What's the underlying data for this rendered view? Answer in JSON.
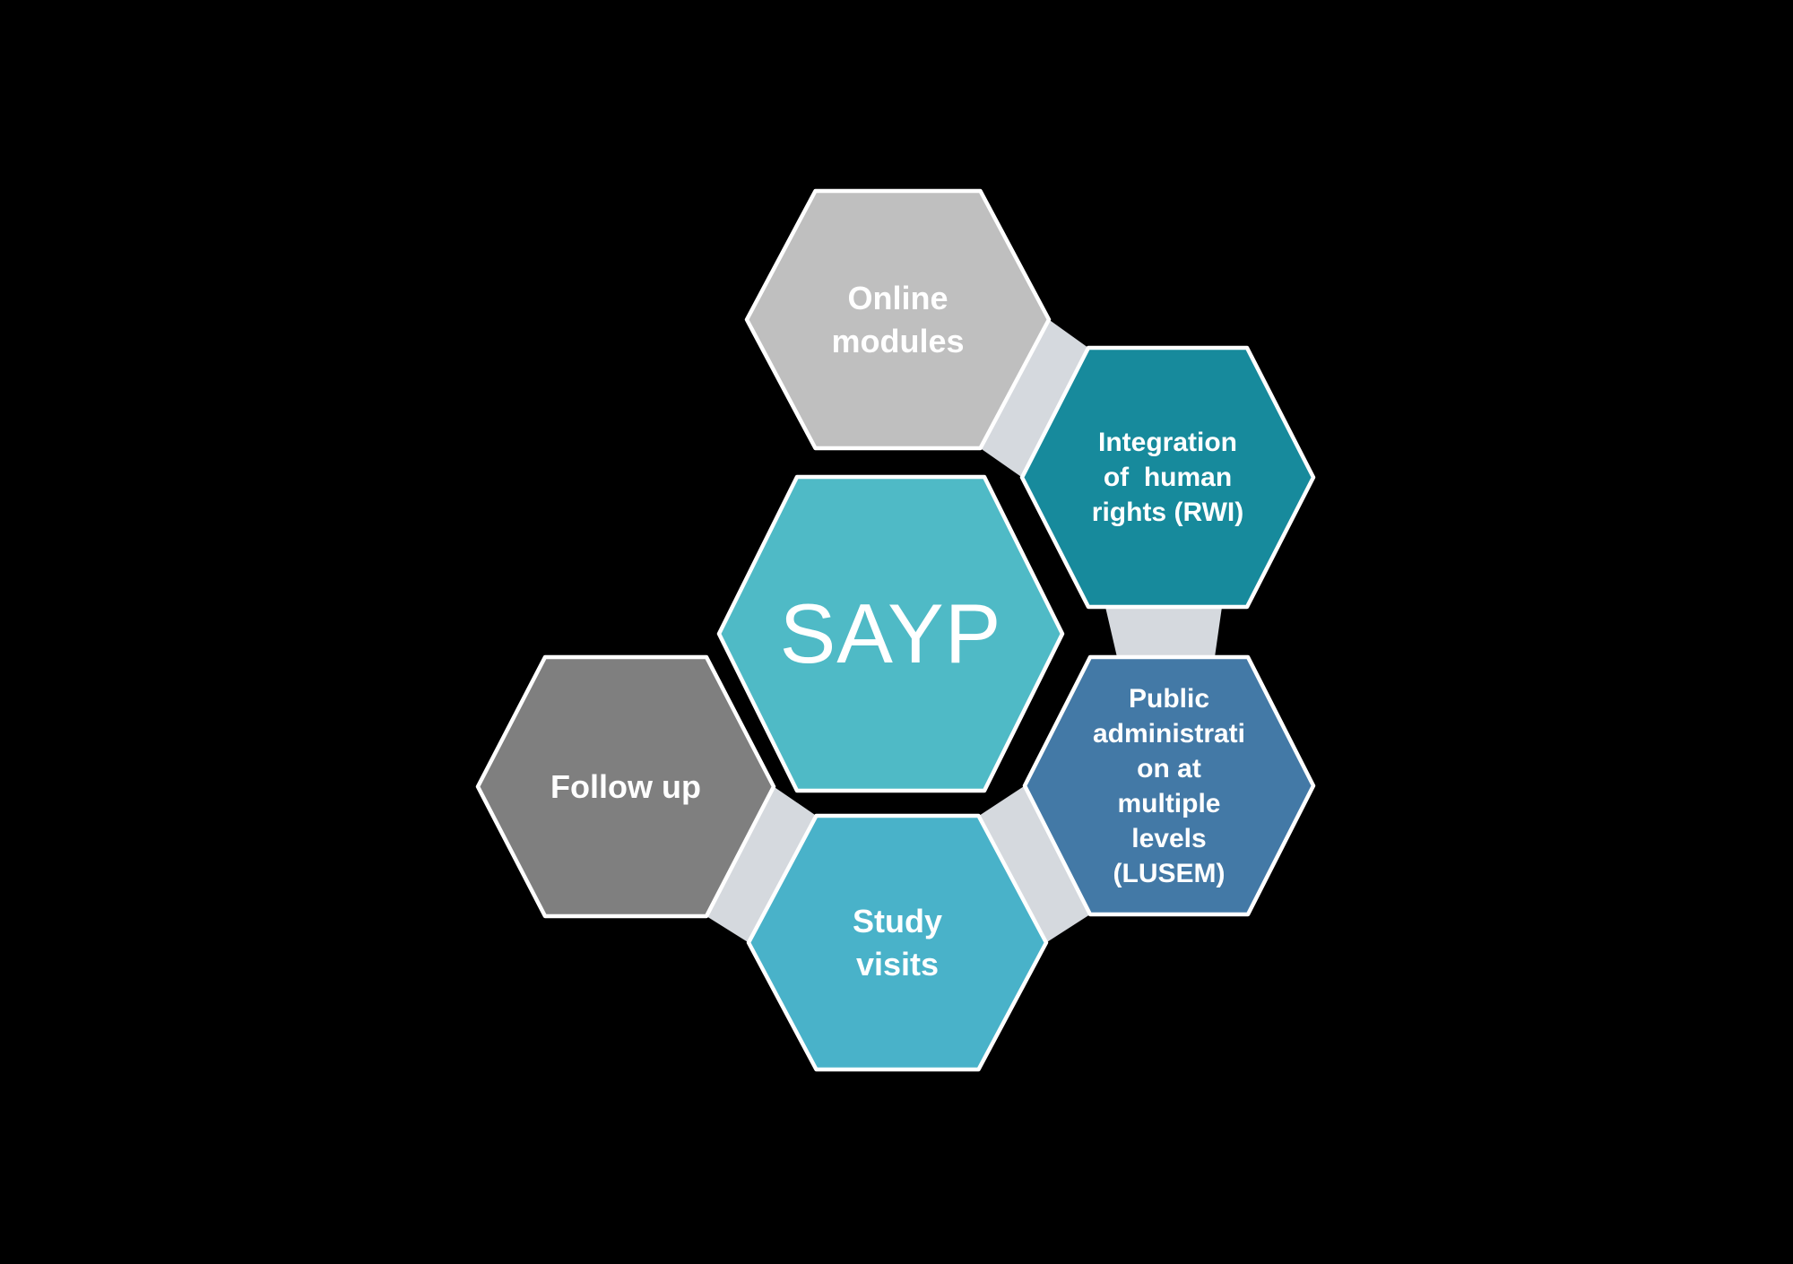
{
  "slide": {
    "background_color": "#000000",
    "diagram": {
      "type": "hexagon-cluster",
      "connector_color": "#d5d9de",
      "border_color": "#ffffff",
      "hexagons": {
        "sayp": {
          "label": "SAYP",
          "color": "#4fbac6",
          "text_color": "#ffffff"
        },
        "online": {
          "label": "Online\nmodules",
          "color": "#bfbfbf",
          "text_color": "#ffffff"
        },
        "integration": {
          "label": "Integration\nof  human\nrights (RWI)",
          "color": "#178a9c",
          "text_color": "#ffffff"
        },
        "lusem": {
          "label": "Public\nadministrati\non at\nmultiple\nlevels\n(LUSEM)",
          "color": "#4379a6",
          "text_color": "#ffffff"
        },
        "study": {
          "label": "Study\nvisits",
          "color": "#49b2c9",
          "text_color": "#ffffff"
        },
        "follow": {
          "label": "Follow up",
          "color": "#7f7f7f",
          "text_color": "#ffffff"
        }
      }
    }
  }
}
